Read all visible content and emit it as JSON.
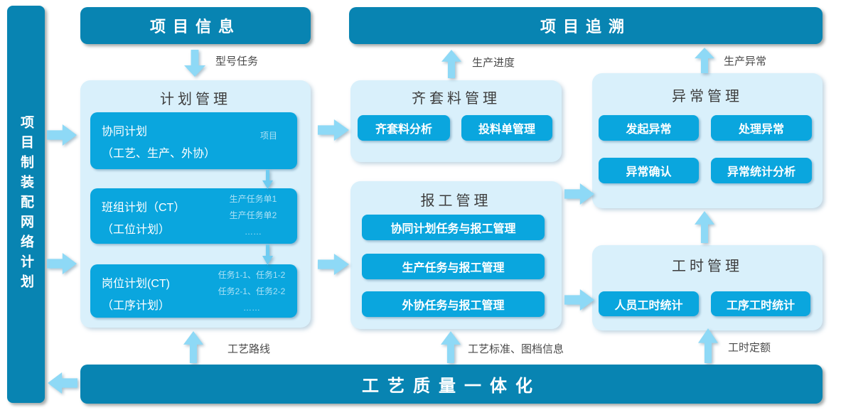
{
  "sidebar": {
    "title": "项目制装配网络计划"
  },
  "headers": {
    "project_info": "项目信息",
    "project_trace": "项目追溯"
  },
  "panels": {
    "plan": {
      "title": "计划管理",
      "boxes": [
        {
          "line1": "协同计划",
          "line2": "（工艺、生产、外协）",
          "side": [
            "项目"
          ]
        },
        {
          "line1": "班组计划（CT）",
          "line2": "（工位计划）",
          "side": [
            "生产任务单1",
            "生产任务单2",
            "……"
          ]
        },
        {
          "line1": "岗位计划(CT)",
          "line2": "（工序计划）",
          "side": [
            "任务1-1、任务1-2",
            "任务2-1、任务2-2",
            "……"
          ]
        }
      ]
    },
    "material": {
      "title": "齐套料管理",
      "buttons": [
        "齐套料分析",
        "投料单管理"
      ]
    },
    "report": {
      "title": "报工管理",
      "buttons": [
        "协同计划任务与报工管理",
        "生产任务与报工管理",
        "外协任务与报工管理"
      ]
    },
    "abnormal": {
      "title": "异常管理",
      "buttons": [
        "发起异常",
        "处理异常",
        "异常确认",
        "异常统计分析"
      ]
    },
    "workhour": {
      "title": "工时管理",
      "buttons": [
        "人员工时统计",
        "工序工时统计"
      ]
    }
  },
  "bottom_bar": {
    "title": "工艺质量一体化"
  },
  "arrow_labels": {
    "model_task": "型号任务",
    "production_progress": "生产进度",
    "production_abnormal": "生产异常",
    "process_route": "工艺路线",
    "process_standard": "工艺标准、图档信息",
    "work_hour_quota": "工时定额"
  },
  "colors": {
    "header_bar": "#0884b2",
    "panel_bg": "#d9f0fb",
    "module_button": "#0aa6de",
    "arrow": "#8ed9f6",
    "title_text": "#3d3d3d"
  }
}
